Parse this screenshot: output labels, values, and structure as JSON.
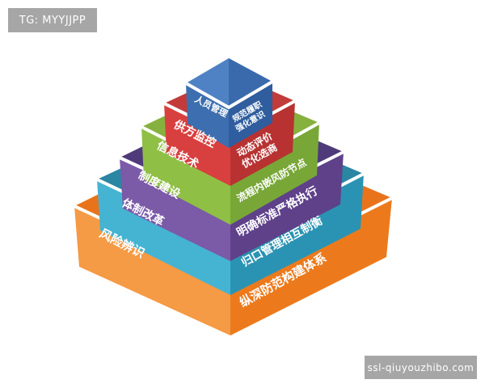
{
  "watermarks": {
    "top_left": "TG: MYYJJPP",
    "bottom_right": "ssl-qiuyouzhibo.com"
  },
  "pyramid": {
    "layers": [
      {
        "id": "top",
        "left_label": "人员管理",
        "right_label_line1": "规范履职",
        "right_label_line2": "强化意识",
        "color_left": "#3d6eb0",
        "color_right": "#2f5d9e",
        "color_top_a": "#4f82c4",
        "color_top_b": "#3a6aab"
      },
      {
        "id": "layer2",
        "left_label": "供方监控",
        "right_label_line1": "动态评价",
        "right_label_line2": "优化选商",
        "color_left": "#d8403f",
        "color_right": "#b83232",
        "color_top": "#c23b3a"
      },
      {
        "id": "layer3",
        "left_label": "信息技术",
        "right_label": "流程内嵌风防节点",
        "color_left": "#8fbf45",
        "color_right": "#78a737",
        "color_top": "#86b13f"
      },
      {
        "id": "layer4",
        "left_label": "制度建设",
        "right_label": "明确标准严格执行",
        "color_left": "#7b5aa8",
        "color_right": "#5f418a",
        "color_top": "#4f3a7a"
      },
      {
        "id": "layer5",
        "left_label": "体制改革",
        "right_label": "归口管理相互制衡",
        "color_left": "#45b3d2",
        "color_right": "#2a93b3",
        "color_top": "#2a86a3"
      },
      {
        "id": "layer6",
        "left_label": "风险辨识",
        "right_label": "纵深防范构建体系",
        "color_left": "#f59a45",
        "color_right": "#ec7a1c",
        "color_top": "#e9731b"
      }
    ]
  }
}
